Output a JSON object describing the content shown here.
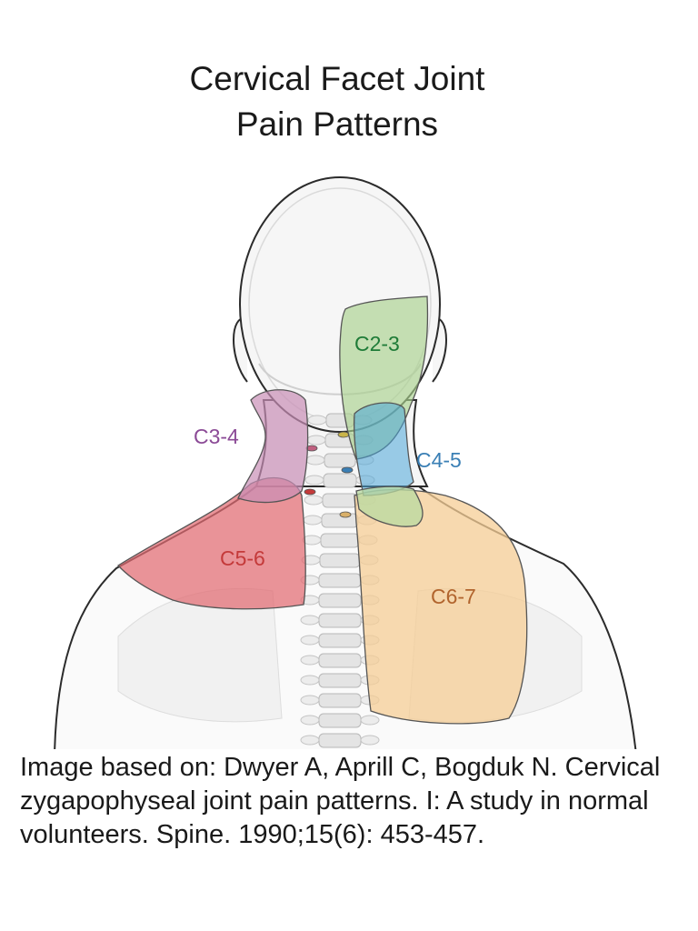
{
  "title": {
    "line1": "Cervical Facet Joint",
    "line2": "Pain Patterns"
  },
  "regions": [
    {
      "label": "C2-3",
      "color": "#1e7b37",
      "fill": "#a9d18e"
    },
    {
      "label": "C3-4",
      "color": "#8b4a96",
      "fill": "#c98fb6"
    },
    {
      "label": "C4-5",
      "color": "#3a7fb5",
      "fill": "#4aa6d8"
    },
    {
      "label": "C5-6",
      "color": "#c43a3a",
      "fill": "#e26b71"
    },
    {
      "label": "C6-7",
      "color": "#b1642d",
      "fill": "#f5cd95"
    }
  ],
  "caption": "Image based on: Dwyer A, Aprill C, Bogduk N. Cervical zygapophyseal joint pain patterns. I: A study in normal volunteers. Spine. 1990;15(6): 453-457."
}
